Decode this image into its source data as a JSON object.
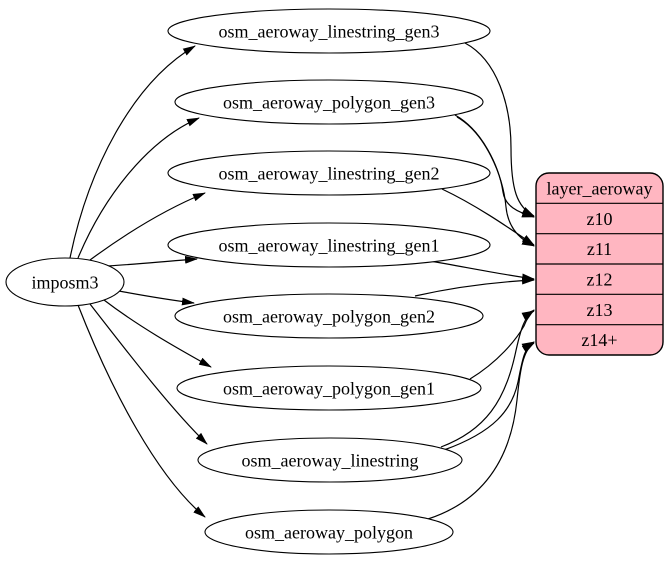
{
  "graph": {
    "source": {
      "label": "imposm3"
    },
    "tables": [
      {
        "label": "osm_aeroway_linestring_gen3"
      },
      {
        "label": "osm_aeroway_polygon_gen3"
      },
      {
        "label": "osm_aeroway_linestring_gen2"
      },
      {
        "label": "osm_aeroway_linestring_gen1"
      },
      {
        "label": "osm_aeroway_polygon_gen2"
      },
      {
        "label": "osm_aeroway_polygon_gen1"
      },
      {
        "label": "osm_aeroway_linestring"
      },
      {
        "label": "osm_aeroway_polygon"
      }
    ],
    "layer": {
      "title": "layer_aeroway",
      "rows": [
        "z10",
        "z11",
        "z12",
        "z13",
        "z14+"
      ]
    },
    "edges": [
      {
        "from": "imposm3",
        "to": "osm_aeroway_linestring_gen3"
      },
      {
        "from": "imposm3",
        "to": "osm_aeroway_polygon_gen3"
      },
      {
        "from": "imposm3",
        "to": "osm_aeroway_linestring_gen2"
      },
      {
        "from": "imposm3",
        "to": "osm_aeroway_linestring_gen1"
      },
      {
        "from": "imposm3",
        "to": "osm_aeroway_polygon_gen2"
      },
      {
        "from": "imposm3",
        "to": "osm_aeroway_polygon_gen1"
      },
      {
        "from": "imposm3",
        "to": "osm_aeroway_linestring"
      },
      {
        "from": "imposm3",
        "to": "osm_aeroway_polygon"
      },
      {
        "from": "osm_aeroway_linestring_gen3",
        "to": "layer_aeroway:z10"
      },
      {
        "from": "osm_aeroway_polygon_gen3",
        "to": "layer_aeroway:z10"
      },
      {
        "from": "osm_aeroway_polygon_gen3",
        "to": "layer_aeroway:z11"
      },
      {
        "from": "osm_aeroway_linestring_gen2",
        "to": "layer_aeroway:z11"
      },
      {
        "from": "osm_aeroway_linestring_gen1",
        "to": "layer_aeroway:z12"
      },
      {
        "from": "osm_aeroway_polygon_gen2",
        "to": "layer_aeroway:z12"
      },
      {
        "from": "osm_aeroway_polygon_gen1",
        "to": "layer_aeroway:z13"
      },
      {
        "from": "osm_aeroway_linestring",
        "to": "layer_aeroway:z13"
      },
      {
        "from": "osm_aeroway_linestring",
        "to": "layer_aeroway:z14+"
      },
      {
        "from": "osm_aeroway_polygon",
        "to": "layer_aeroway:z14+"
      }
    ],
    "colors": {
      "layer_fill": "#FFB6C1",
      "table_fill": "#FFFFFF",
      "stroke": "#000000"
    }
  }
}
